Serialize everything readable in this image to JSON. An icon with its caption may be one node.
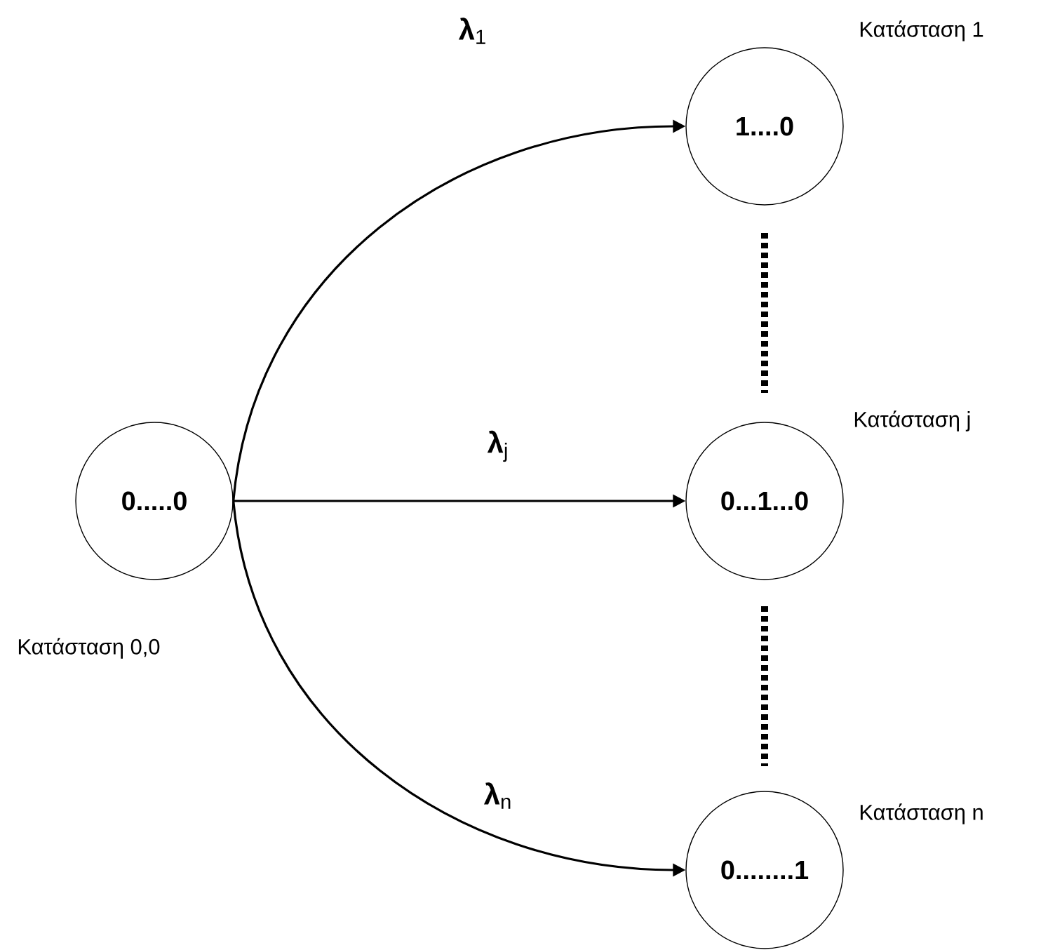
{
  "diagram": {
    "nodes": [
      {
        "text": [
          "0.....0"
        ],
        "beside": [
          "Κατάσταση 0,0"
        ]
      },
      {
        "text": [
          "1....0"
        ],
        "beside": [
          "Κατάσταση 1"
        ]
      },
      {
        "text": [
          "0...1...0"
        ],
        "beside": [
          "Κατάσταση j"
        ]
      },
      {
        "text": [
          "0........1"
        ],
        "beside": [
          "Κατάσταση n"
        ]
      }
    ],
    "edges": [
      {
        "from": 0,
        "to": 1,
        "arrow": "to",
        "label": "**λ**$_{1}$"
      },
      {
        "from": 0,
        "to": 2,
        "arrow": "to",
        "label": "**λ**$_{j}$"
      },
      {
        "from": 0,
        "to": 3,
        "arrow": "to",
        "label": "**λ**$_{n}$"
      }
    ]
  }
}
